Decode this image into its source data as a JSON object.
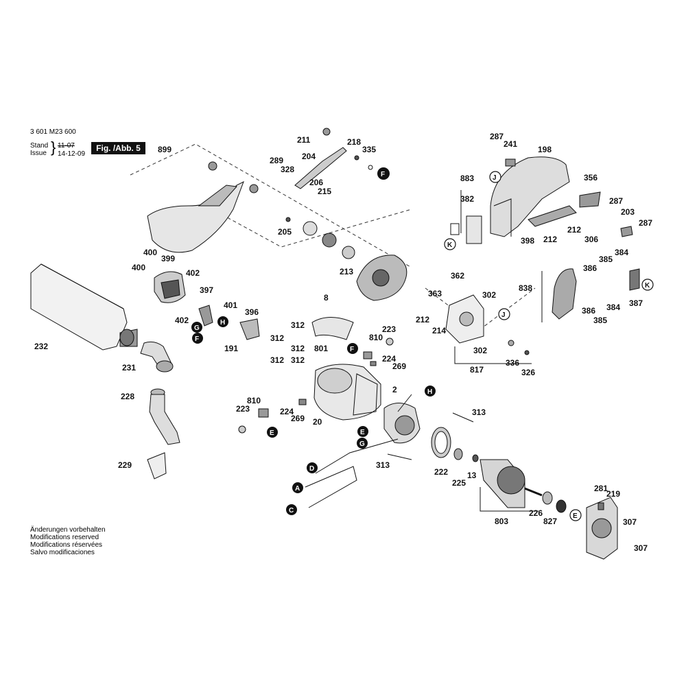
{
  "header": {
    "doc_number": "3 601 M23 600",
    "stand_label": "Stand",
    "issue_label": "Issue",
    "stand_date": "11-07",
    "issue_date": "14-12-09",
    "figure_label": "Fig. /Abb. 5"
  },
  "notes": [
    "Änderungen vorbehalten",
    "Modifications reserved",
    "Modifications réservées",
    "Salvo modificaciones"
  ],
  "part_labels": [
    "899",
    "211",
    "218",
    "335",
    "204",
    "289",
    "328",
    "206",
    "215",
    "205",
    "213",
    "400",
    "399",
    "400",
    "402",
    "397",
    "402",
    "401",
    "396",
    "191",
    "8",
    "312",
    "312",
    "312",
    "312",
    "312",
    "801",
    "810",
    "223",
    "224",
    "269",
    "232",
    "231",
    "228",
    "229",
    "223",
    "810",
    "224",
    "269",
    "20",
    "2",
    "313",
    "313",
    "222",
    "13",
    "225",
    "226",
    "827",
    "803",
    "281",
    "219",
    "307",
    "307",
    "287",
    "241",
    "198",
    "883",
    "382",
    "356",
    "287",
    "203",
    "287",
    "398",
    "212",
    "212",
    "306",
    "386",
    "385",
    "384",
    "838",
    "386",
    "384",
    "385",
    "387",
    "362",
    "363",
    "302",
    "212",
    "214",
    "302",
    "336",
    "326",
    "817"
  ],
  "callout_letters": [
    "F",
    "G",
    "F",
    "H",
    "F",
    "E",
    "G",
    "H",
    "E",
    "D",
    "A",
    "C",
    "E",
    "J",
    "J",
    "K",
    "K"
  ]
}
